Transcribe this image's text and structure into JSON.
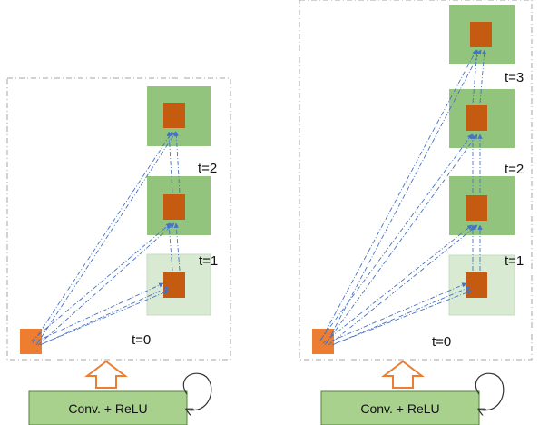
{
  "colors": {
    "dark_green": "#93c47d",
    "light_green": "#d9ead3",
    "node_fill": "#c55a11",
    "input_fill": "#ed7d31",
    "arrow_blue": "#4472c4",
    "dash_gray": "#a6a6a6",
    "conv_fill": "#a9d18e",
    "conv_border": "#548235",
    "up_arrow": "#ed7d31"
  },
  "left_panel": {
    "time_labels": [
      "t=0",
      "t=1",
      "t=2"
    ],
    "conv_label": "Conv. + ReLU"
  },
  "right_panel": {
    "time_labels": [
      "t=0",
      "t=1",
      "t=2",
      "t=3"
    ],
    "conv_label": "Conv. + ReLU"
  },
  "icons": {
    "recurrent_loop": "circular-loop-arrow-icon",
    "upward_arrow": "hollow-up-arrow-icon"
  }
}
